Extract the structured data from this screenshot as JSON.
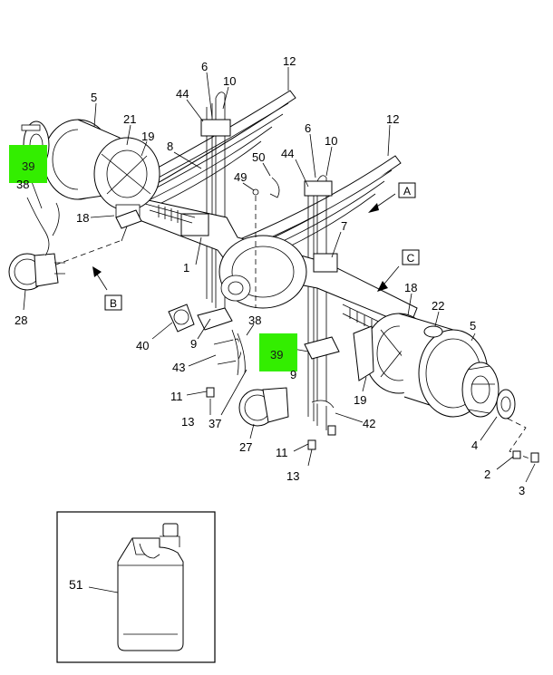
{
  "highlight_color": "#33ee00",
  "callouts": {
    "c5a": "5",
    "c21": "21",
    "c19a": "19",
    "c39a": "39",
    "c38a": "38",
    "c18a": "18",
    "c28": "28",
    "c6a": "6",
    "c10a": "10",
    "c12a": "12",
    "c44a": "44",
    "c8": "8",
    "c50": "50",
    "c49": "49",
    "c1": "1",
    "c6b": "6",
    "c10b": "10",
    "c12b": "12",
    "c44b": "44",
    "c7": "7",
    "c40": "40",
    "c9a": "9",
    "c38b": "38",
    "c39b": "39",
    "c43": "43",
    "c9b": "9",
    "c11a": "11",
    "c13a": "13",
    "c37": "37",
    "c27": "27",
    "c11b": "11",
    "c13b": "13",
    "c42": "42",
    "c19b": "19",
    "c18b": "18",
    "c22": "22",
    "c5b": "5",
    "c4": "4",
    "c2": "2",
    "c3": "3",
    "c51": "51"
  },
  "view_labels": {
    "a": "A",
    "b": "B",
    "c": "C"
  }
}
